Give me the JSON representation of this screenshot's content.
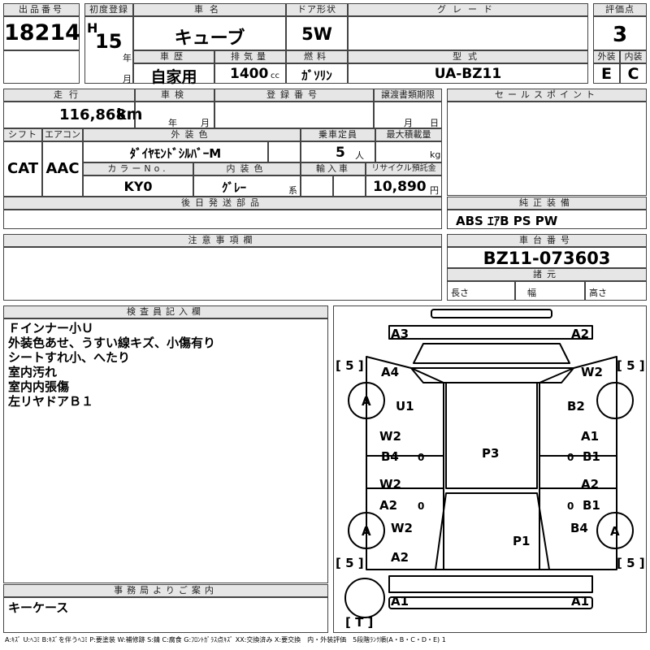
{
  "header": {
    "lot_no_label": "出品番号",
    "lot_no": "18214",
    "first_reg_label": "初度登録",
    "era": "H",
    "year": "15",
    "year_unit": "年",
    "month_unit": "月",
    "car_name_label": "車名",
    "car_name": "キューブ",
    "door_label": "ドア形状",
    "door": "5W",
    "grade_label": "グレード",
    "grade": "",
    "score_label": "評価点",
    "score": "3",
    "history_label": "車歴",
    "history": "自家用",
    "displacement_label": "排気量",
    "displacement": "1400",
    "displacement_unit": "cc",
    "fuel_label": "燃料",
    "fuel": "ｶﾞｿﾘﾝ",
    "model_label": "型式",
    "model": "UA-BZ11",
    "exterior_label": "外装",
    "exterior": "E",
    "interior_label": "内装",
    "interior": "C"
  },
  "row2": {
    "mileage_label": "走行",
    "mileage": "116,868",
    "mileage_unit": "km",
    "inspection_label": "車検",
    "inspection_year_unit": "年",
    "inspection_month_unit": "月",
    "reg_no_label": "登録番号",
    "transfer_label": "譲渡書類期限",
    "transfer_month_unit": "月",
    "transfer_day_unit": "日",
    "sales_points_label": "セールスポイント",
    "shift_label": "シフト",
    "shift": "CAT",
    "ac_label": "エアコン",
    "ac": "AAC",
    "ext_color_label": "外装色",
    "ext_color": "ﾀﾞｲﾔﾓﾝﾄﾞｼﾙﾊﾞｰM",
    "capacity_label": "乗車定員",
    "capacity": "5",
    "capacity_unit": "人",
    "max_load_label": "最大積載量",
    "max_load_unit": "kg",
    "color_no_label": "カラーNo.",
    "color_no": "KY0",
    "int_color_label": "内装色",
    "int_color": "ｸﾞﾚｰ",
    "int_color_suffix": "系",
    "import_label": "輸入車",
    "recycle_label": "リサイクル預託金",
    "recycle": "10,890",
    "recycle_unit": "円",
    "later_parts_label": "後日発送部品",
    "genuine_label": "純正装備",
    "genuine": "ABS ｴｱB PS PW",
    "notes_label": "注意事項欄",
    "chassis_label": "車台番号",
    "chassis": "BZ11-073603",
    "spec_label": "諸元",
    "length_label": "長さ",
    "width_label": "幅",
    "height_label": "高さ"
  },
  "inspector": {
    "label": "検査員記入欄",
    "lines": [
      "Ｆインナー小Ｕ",
      "外装色あせ、うすい線キズ、小傷有り",
      "シートすれ小、へたり",
      "室内汚れ",
      "室内内張傷",
      "左リヤドアＢ１"
    ]
  },
  "office": {
    "label": "事務局よりご案内",
    "text": "キーケース"
  },
  "diagram": {
    "marks": {
      "a3": "A3",
      "a2_tr": "A2",
      "a4": "A4",
      "w2_tr": "W2",
      "u1": "U1",
      "b2": "B2",
      "p3": "P3",
      "w2_l1": "W2",
      "b4_l1": "B4",
      "a1_r1": "A1",
      "b1_r1": "B1",
      "w2_l2": "W2",
      "a2_l2": "A2",
      "a2_r2": "A2",
      "b1_r2": "B1",
      "w2_l3": "W2",
      "b4_r3": "B4",
      "p1": "P1",
      "a2_bl": "A2",
      "a1_bl": "A1",
      "a1_br": "A1",
      "tire_fl": "A",
      "tire_rl": "A",
      "tire_rr": "A",
      "tire_fl_depth": "[ 5 ]",
      "tire_fr_depth": "[ 5 ]",
      "tire_rl_depth": "[ 5 ]",
      "tire_rr_depth": "[ 5 ]",
      "spare": "[ T ]",
      "zero_l1": "0",
      "zero_r1": "0",
      "zero_l2": "0",
      "zero_r2": "0"
    }
  },
  "legend": "A:ｷｽﾞ U:ﾍｺﾐ B:ｷｽﾞを伴うﾍｺﾐ P:要塗装 W:補修跡 S:錆 C:腐食 G:ﾌﾛﾝﾄｶﾞﾗｽ点ｷｽﾞ XX:交換済み X:要交換　内・外装評価　5段階ﾗﾝｸ順(A・B・C・D・E) 1"
}
